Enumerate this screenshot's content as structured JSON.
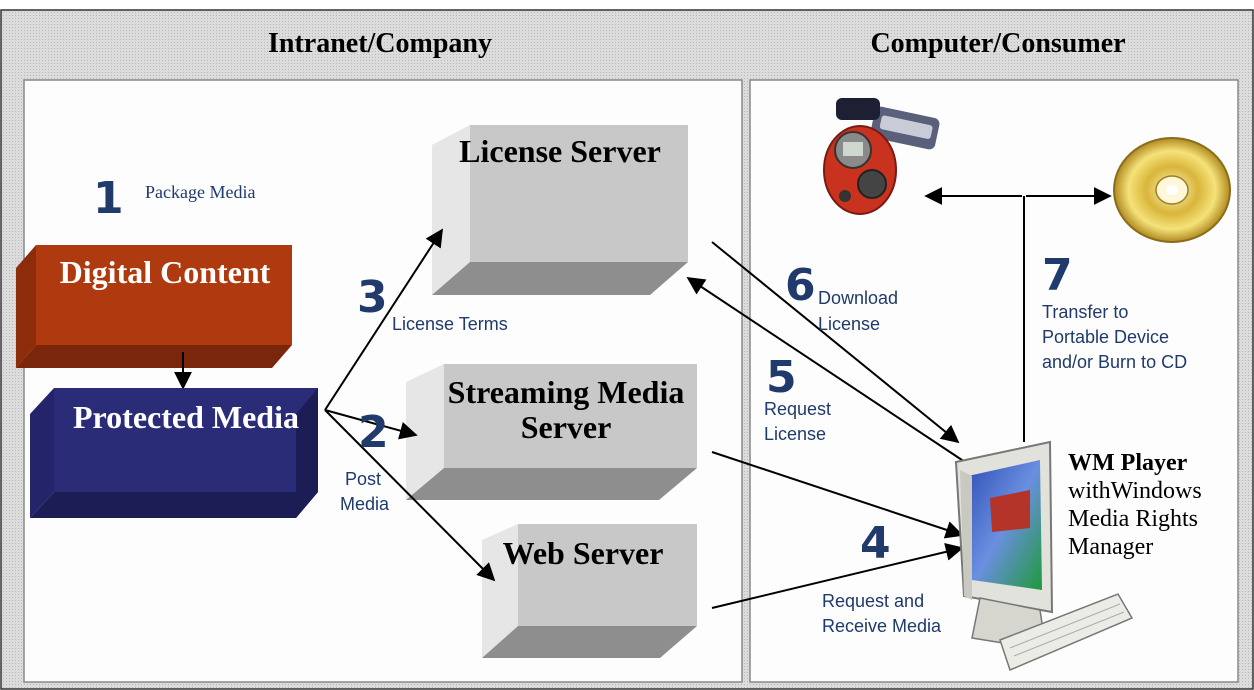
{
  "headers": {
    "left": "Intranet/Company",
    "right": "Computer/Consumer"
  },
  "boxes": {
    "digital_content": "Digital Content",
    "protected_media": "Protected Media",
    "license_server": "License Server",
    "streaming_line1": "Streaming Media",
    "streaming_line2": "Server",
    "web_server": "Web Server"
  },
  "steps": {
    "s1": {
      "num": "1",
      "label": "Package Media"
    },
    "s2": {
      "num": "2",
      "label_line1": "Post",
      "label_line2": "Media"
    },
    "s3": {
      "num": "3",
      "label": "License Terms"
    },
    "s4": {
      "num": "4",
      "label_line1": "Request and",
      "label_line2": "Receive Media"
    },
    "s5": {
      "num": "5",
      "label_line1": "Request",
      "label_line2": "License"
    },
    "s6": {
      "num": "6",
      "label_line1": "Download",
      "label_line2": "License"
    },
    "s7": {
      "num": "7",
      "label_line1": "Transfer to",
      "label_line2": "Portable Device",
      "label_line3": "and/or Burn to CD"
    }
  },
  "player": {
    "title": "WM Player",
    "line2": "withWindows",
    "line3": "Media Rights",
    "line4": "Manager"
  },
  "colors": {
    "digital_content": "#b03a10",
    "protected_media": "#2b2c78",
    "server_gray": "#c6c6c6",
    "outer_bg": "#dddddd",
    "step_blue": "#1f3a6b"
  }
}
